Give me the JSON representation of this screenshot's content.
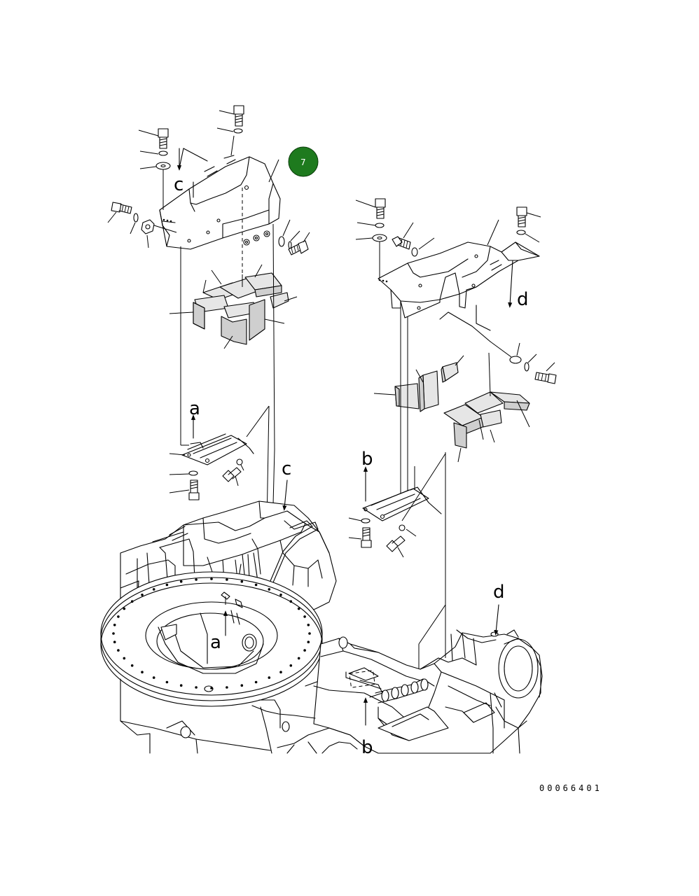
{
  "diagram": {
    "drawing_number": "00066401",
    "callout_badge": {
      "label": "7",
      "color": "#1e7a1e"
    },
    "arrow_labels": {
      "a_top": "a",
      "a_bottom": "a",
      "b_top": "b",
      "b_bottom": "b",
      "c_top": "c",
      "c_bottom": "c",
      "d_top": "d",
      "d_bottom": "d"
    }
  }
}
